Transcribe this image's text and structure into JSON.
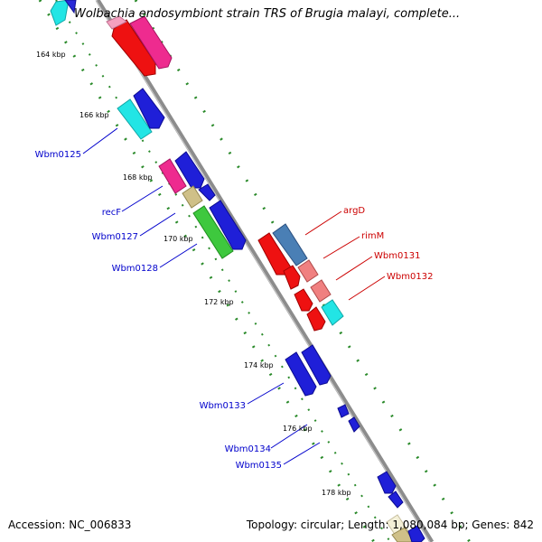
{
  "title": "Wolbachia endosymbiont strain TRS of Brugia malayi, complete...",
  "accession_text": "Accession: NC_006833",
  "topology_text": "Topology: circular; Length: 1,080,084 bp; Genes: 842",
  "colors": {
    "backbone": "#8c8c8c",
    "ticks": "#2a8a2a",
    "forward_label": "#0000cc",
    "reverse_label": "#cc0000"
  },
  "tick_labels": [
    {
      "name": "164-kbp",
      "text": "164 kbp"
    },
    {
      "name": "166-kbp",
      "text": "166 kbp"
    },
    {
      "name": "168-kbp",
      "text": "168 kbp"
    },
    {
      "name": "170-kbp",
      "text": "170 kbp"
    },
    {
      "name": "172-kbp",
      "text": "172 kbp"
    },
    {
      "name": "174-kbp",
      "text": "174 kbp"
    },
    {
      "name": "176-kbp",
      "text": "176 kbp"
    },
    {
      "name": "178-kbp",
      "text": "178 kbp"
    }
  ],
  "forward_genes": [
    "Wbm0125",
    "recF",
    "Wbm0127",
    "Wbm0128",
    "Wbm0133",
    "Wbm0134",
    "Wbm0135"
  ],
  "reverse_genes": [
    "argD",
    "rimM",
    "Wbm0131",
    "Wbm0132"
  ],
  "feature_colors": [
    "cyan",
    "red",
    "pink",
    "blue",
    "tan",
    "green",
    "steelblue",
    "salmon"
  ]
}
